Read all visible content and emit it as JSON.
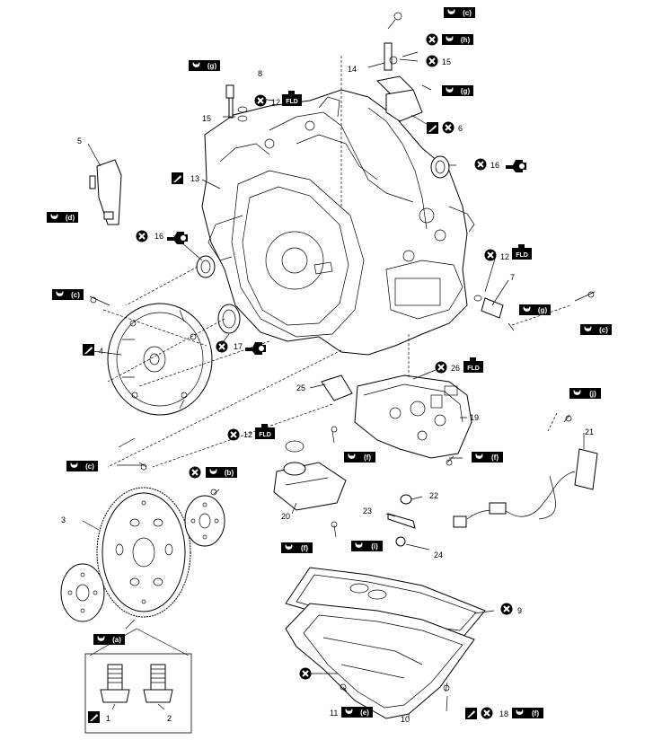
{
  "callouts": {
    "c1": "1",
    "c2": "2",
    "c3": "3",
    "c4": "4",
    "c5": "5",
    "c6": "6",
    "c7": "7",
    "c8": "8",
    "c9": "9",
    "c10": "10",
    "c11": "11",
    "c12a": "12",
    "c12b": "12",
    "c12c": "12",
    "c13": "13",
    "c14": "14",
    "c15a": "15",
    "c15b": "15",
    "c16a": "16",
    "c16b": "16",
    "c17": "17",
    "c18": "18",
    "c19": "19",
    "c20": "20",
    "c21": "21",
    "c22": "22",
    "c23": "23",
    "c24": "24",
    "c25": "25",
    "c26": "26"
  },
  "torque_tags": {
    "a": "(a)",
    "b": "(b)",
    "c1": "(c)",
    "c2": "(c)",
    "c3": "(c)",
    "c4": "(c)",
    "d": "(d)",
    "e": "(e)",
    "f1": "(f)",
    "f2": "(f)",
    "f3": "(f)",
    "f4": "(f)",
    "g1": "(g)",
    "g2": "(g)",
    "g3": "(g)",
    "h": "(h)",
    "i": "(i)",
    "j": "(j)"
  },
  "fluid_tags": {
    "fld": "FLD"
  },
  "icons": [
    "torque-wrench-icon",
    "do-not-reuse-icon",
    "sealant-icon",
    "fluid-icon",
    "grease-gun-icon"
  ],
  "colors": {
    "ink": "#000000",
    "paper": "#ffffff"
  }
}
